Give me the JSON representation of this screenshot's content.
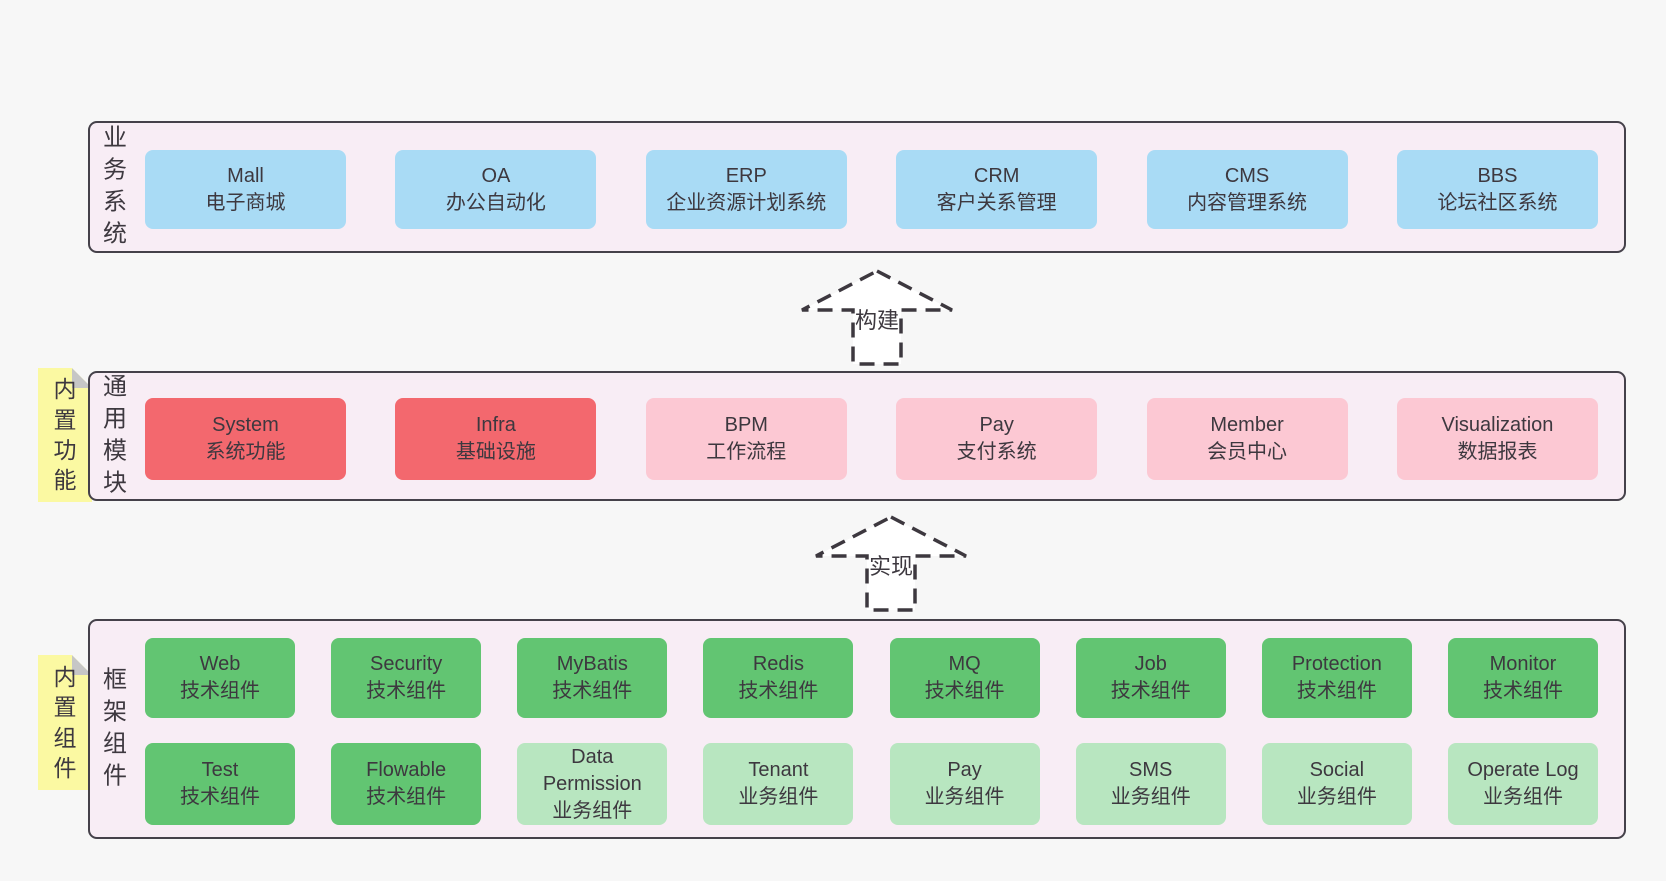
{
  "colors": {
    "background": "#f7f7f7",
    "panel_fill": "#f8edf5",
    "panel_border": "#45414a",
    "box_blue": "#a9dbf5",
    "box_red": "#f3686e",
    "box_pink": "#fcc8d3",
    "box_green": "#62c572",
    "box_light_green": "#b8e6c0",
    "sticky_yellow": "#fbf9a2",
    "sticky_fold_gray": "#c6c6c6",
    "text": "#3d383f",
    "arrow_fill": "#ffffff"
  },
  "sections": {
    "business": {
      "label": "业务系统",
      "boxes": [
        {
          "title": "Mall",
          "subtitle": "电子商城"
        },
        {
          "title": "OA",
          "subtitle": "办公自动化"
        },
        {
          "title": "ERP",
          "subtitle": "企业资源计划系统"
        },
        {
          "title": "CRM",
          "subtitle": "客户关系管理"
        },
        {
          "title": "CMS",
          "subtitle": "内容管理系统"
        },
        {
          "title": "BBS",
          "subtitle": "论坛社区系统"
        }
      ]
    },
    "modules": {
      "label": "通用模块",
      "sticky": "内置功能",
      "boxes": [
        {
          "title": "System",
          "subtitle": "系统功能"
        },
        {
          "title": "Infra",
          "subtitle": "基础设施"
        },
        {
          "title": "BPM",
          "subtitle": "工作流程"
        },
        {
          "title": "Pay",
          "subtitle": "支付系统"
        },
        {
          "title": "Member",
          "subtitle": "会员中心"
        },
        {
          "title": "Visualization",
          "subtitle": "数据报表"
        }
      ]
    },
    "components": {
      "label": "框架组件",
      "sticky": "内置组件",
      "row1": [
        {
          "title": "Web",
          "subtitle": "技术组件"
        },
        {
          "title": "Security",
          "subtitle": "技术组件"
        },
        {
          "title": "MyBatis",
          "subtitle": "技术组件"
        },
        {
          "title": "Redis",
          "subtitle": "技术组件"
        },
        {
          "title": "MQ",
          "subtitle": "技术组件"
        },
        {
          "title": "Job",
          "subtitle": "技术组件"
        },
        {
          "title": "Protection",
          "subtitle": "技术组件"
        },
        {
          "title": "Monitor",
          "subtitle": "技术组件"
        }
      ],
      "row2": [
        {
          "title": "Test",
          "subtitle": "技术组件"
        },
        {
          "title": "Flowable",
          "subtitle": "技术组件"
        },
        {
          "title": "Data Permission",
          "subtitle": "业务组件"
        },
        {
          "title": "Tenant",
          "subtitle": "业务组件"
        },
        {
          "title": "Pay",
          "subtitle": "业务组件"
        },
        {
          "title": "SMS",
          "subtitle": "业务组件"
        },
        {
          "title": "Social",
          "subtitle": "业务组件"
        },
        {
          "title": "Operate Log",
          "subtitle": "业务组件"
        }
      ]
    }
  },
  "arrows": [
    {
      "label": "构建"
    },
    {
      "label": "实现"
    }
  ]
}
